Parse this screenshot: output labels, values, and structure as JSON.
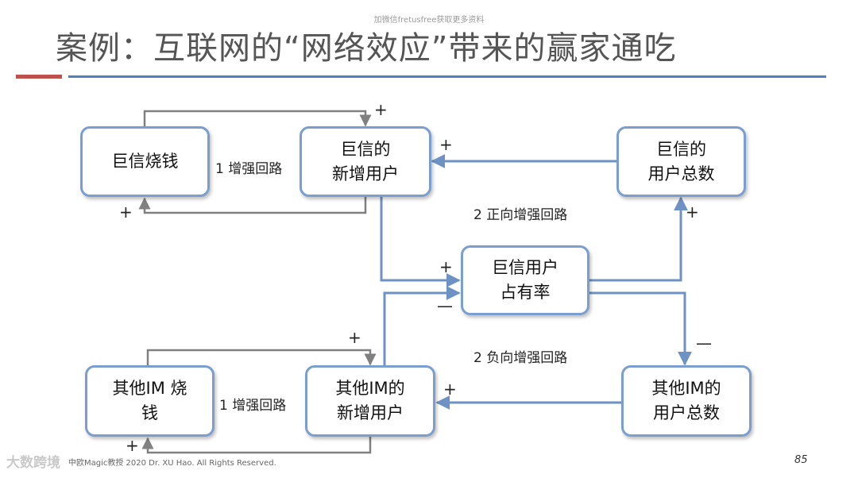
{
  "watermark_top": "加微信fretusfree获取更多资料",
  "title": "案例：互联网的“网络效应”带来的赢家通吃",
  "nodes": {
    "jx_burn": "巨信烧钱",
    "jx_new": "巨信的\n新增用户",
    "jx_total": "巨信的\n用户总数",
    "jx_share": "巨信用户\n占有率",
    "im_burn": "其他IM 烧\n钱",
    "im_new": "其他IM的\n新增用户",
    "im_total": "其他IM的\n用户总数"
  },
  "loop_labels": {
    "top_reinforce": "1 增强回路",
    "positive": "2 正向增强回路",
    "negative": "2 负向增强回路",
    "bottom_reinforce": "1 增强回路"
  },
  "signs": {
    "plus": "+",
    "minus": "—"
  },
  "footer": "中欧Magic教授 2020 Dr. XU Hao. All Rights Reserved.",
  "page_number": "85",
  "logo_text": "大数跨境",
  "colors": {
    "title": "#555555",
    "accent_red": "#c0504d",
    "accent_blue": "#4f81bd",
    "node_border": "#7a9fcf",
    "connector": "#808080"
  }
}
